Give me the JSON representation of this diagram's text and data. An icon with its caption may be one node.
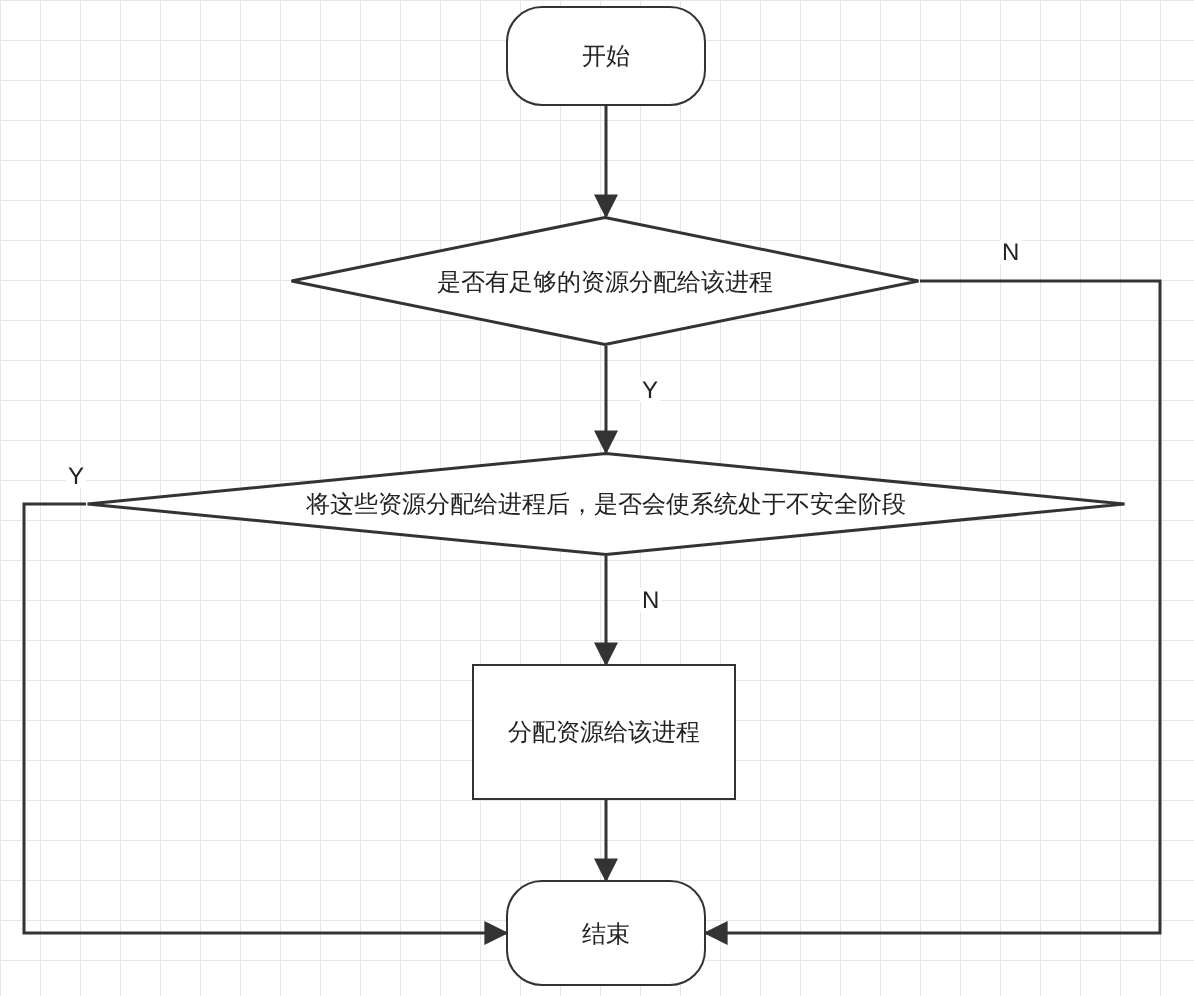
{
  "diagram": {
    "nodes": [
      {
        "text": [
          "开始"
        ]
      },
      {
        "text": [
          "是否有足够的资源分配给该进程"
        ]
      },
      {
        "text": [
          "将这些资源分配给进程后，是否会使系统处于不安全阶段"
        ]
      },
      {
        "text": [
          "分配资源给该进程"
        ]
      },
      {
        "text": [
          "结束"
        ]
      }
    ],
    "edges": [
      {
        "from": 0,
        "to": 1,
        "arrow": "to"
      },
      {
        "from": 1,
        "to": 2,
        "arrow": "to",
        "label": "Y"
      },
      {
        "from": 2,
        "to": 3,
        "arrow": "to",
        "label": "N"
      },
      {
        "from": 3,
        "to": 4,
        "arrow": "to"
      },
      {
        "from": 1,
        "to": 4,
        "arrow": "to",
        "label": "N"
      },
      {
        "from": 2,
        "to": 4,
        "arrow": "to",
        "label": "Y"
      }
    ]
  }
}
